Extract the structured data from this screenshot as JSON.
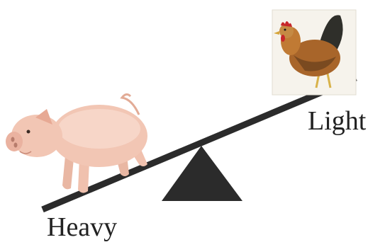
{
  "labels": {
    "heavy": "Heavy",
    "light": "Light"
  },
  "icons": {
    "heavy_side": "pig-icon",
    "light_side": "hen-icon",
    "pivot": "triangle-fulcrum"
  },
  "colors": {
    "beam": "#2b2b2b",
    "fulcrum": "#2b2b2b",
    "text": "#222222",
    "pig_body": "#f2c6b4",
    "hen_body": "#a8652a"
  }
}
